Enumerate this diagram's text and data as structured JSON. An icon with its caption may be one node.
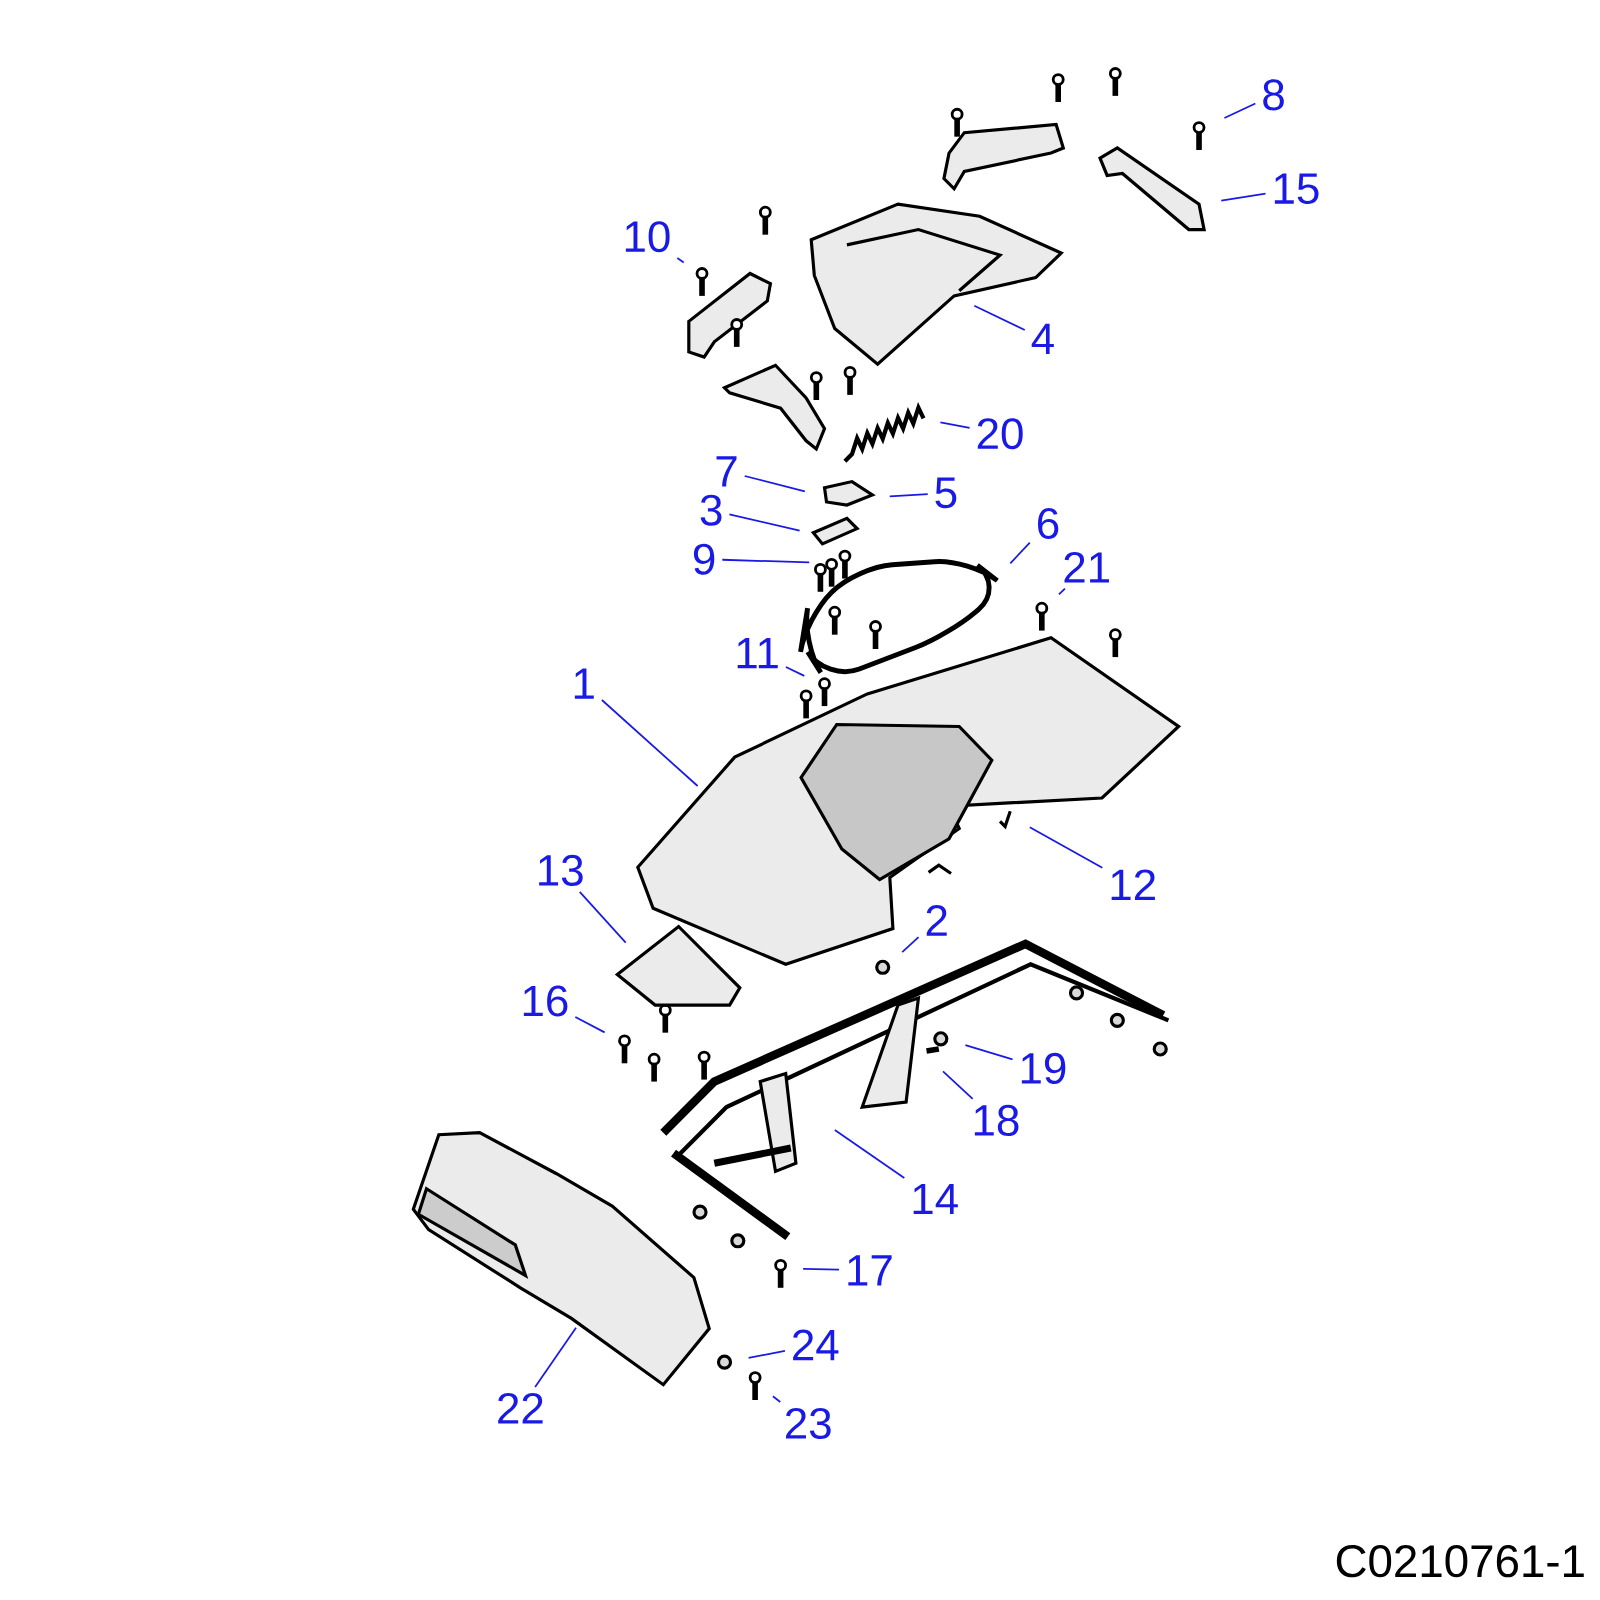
{
  "diagram": {
    "nodes": [
      {
        "text": [
          "8"
        ]
      },
      {
        "text": [
          "15"
        ]
      },
      {
        "text": [
          "10"
        ]
      },
      {
        "text": [
          "4"
        ]
      },
      {
        "text": [
          "20"
        ]
      },
      {
        "text": [
          "7"
        ]
      },
      {
        "text": [
          "5"
        ]
      },
      {
        "text": [
          "3"
        ]
      },
      {
        "text": [
          "6"
        ]
      },
      {
        "text": [
          "9"
        ]
      },
      {
        "text": [
          "21"
        ]
      },
      {
        "text": [
          "11"
        ]
      },
      {
        "text": [
          "1"
        ]
      },
      {
        "text": [
          "12"
        ]
      },
      {
        "text": [
          "13"
        ]
      },
      {
        "text": [
          "2"
        ]
      },
      {
        "text": [
          "16"
        ]
      },
      {
        "text": [
          "19"
        ]
      },
      {
        "text": [
          "18"
        ]
      },
      {
        "text": [
          "14"
        ]
      },
      {
        "text": [
          "17"
        ]
      },
      {
        "text": [
          "24"
        ]
      },
      {
        "text": [
          "23"
        ]
      },
      {
        "text": [
          "22"
        ]
      }
    ],
    "edges": [
      {
        "from": 0,
        "to": null,
        "arrow": "none"
      },
      {
        "from": 1,
        "to": null,
        "arrow": "none"
      },
      {
        "from": 2,
        "to": null,
        "arrow": "none"
      },
      {
        "from": 3,
        "to": null,
        "arrow": "none"
      },
      {
        "from": 4,
        "to": null,
        "arrow": "none"
      },
      {
        "from": 5,
        "to": null,
        "arrow": "none"
      },
      {
        "from": 6,
        "to": null,
        "arrow": "none"
      },
      {
        "from": 7,
        "to": null,
        "arrow": "none"
      },
      {
        "from": 8,
        "to": null,
        "arrow": "none"
      },
      {
        "from": 9,
        "to": null,
        "arrow": "none"
      },
      {
        "from": 10,
        "to": null,
        "arrow": "none"
      },
      {
        "from": 11,
        "to": null,
        "arrow": "none"
      },
      {
        "from": 12,
        "to": null,
        "arrow": "none"
      },
      {
        "from": 13,
        "to": null,
        "arrow": "none"
      },
      {
        "from": 14,
        "to": null,
        "arrow": "none"
      },
      {
        "from": 15,
        "to": null,
        "arrow": "none"
      },
      {
        "from": 16,
        "to": null,
        "arrow": "none"
      },
      {
        "from": 17,
        "to": null,
        "arrow": "none"
      },
      {
        "from": 18,
        "to": null,
        "arrow": "none"
      },
      {
        "from": 19,
        "to": null,
        "arrow": "none"
      },
      {
        "from": 20,
        "to": null,
        "arrow": "none"
      },
      {
        "from": 21,
        "to": null,
        "arrow": "none"
      },
      {
        "from": 22,
        "to": null,
        "arrow": "none"
      },
      {
        "from": 23,
        "to": null,
        "arrow": "none"
      }
    ],
    "labels": [
      "C0210761-1"
    ]
  }
}
